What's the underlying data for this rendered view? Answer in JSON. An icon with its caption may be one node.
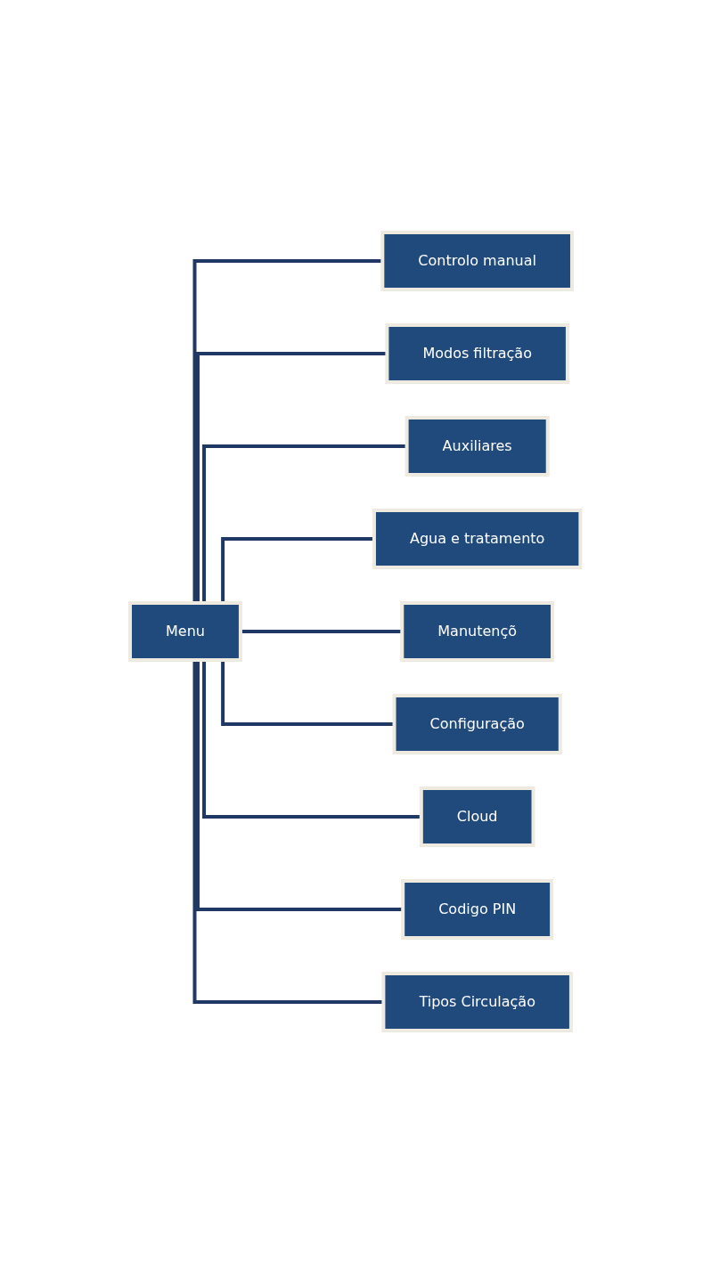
{
  "diagram": {
    "nodes": [
      {
        "text": [
          "Menu"
        ]
      },
      {
        "text": [
          "Controlo manual"
        ]
      },
      {
        "text": [
          "Modos filtração"
        ]
      },
      {
        "text": [
          "Auxiliares"
        ]
      },
      {
        "text": [
          "Agua e tratamento"
        ]
      },
      {
        "text": [
          "Manutençõ"
        ]
      },
      {
        "text": [
          "Configuração"
        ]
      },
      {
        "text": [
          "Cloud"
        ]
      },
      {
        "text": [
          "Codigo PIN"
        ]
      },
      {
        "text": [
          "Tipos Circulação"
        ]
      }
    ],
    "edges": [
      {
        "from": 0,
        "to": 1,
        "arrow": "none"
      },
      {
        "from": 0,
        "to": 2,
        "arrow": "none"
      },
      {
        "from": 0,
        "to": 3,
        "arrow": "none"
      },
      {
        "from": 0,
        "to": 4,
        "arrow": "none"
      },
      {
        "from": 0,
        "to": 5,
        "arrow": "none"
      },
      {
        "from": 0,
        "to": 6,
        "arrow": "none"
      },
      {
        "from": 0,
        "to": 7,
        "arrow": "none"
      },
      {
        "from": 0,
        "to": 8,
        "arrow": "none"
      },
      {
        "from": 0,
        "to": 9,
        "arrow": "none"
      }
    ]
  }
}
